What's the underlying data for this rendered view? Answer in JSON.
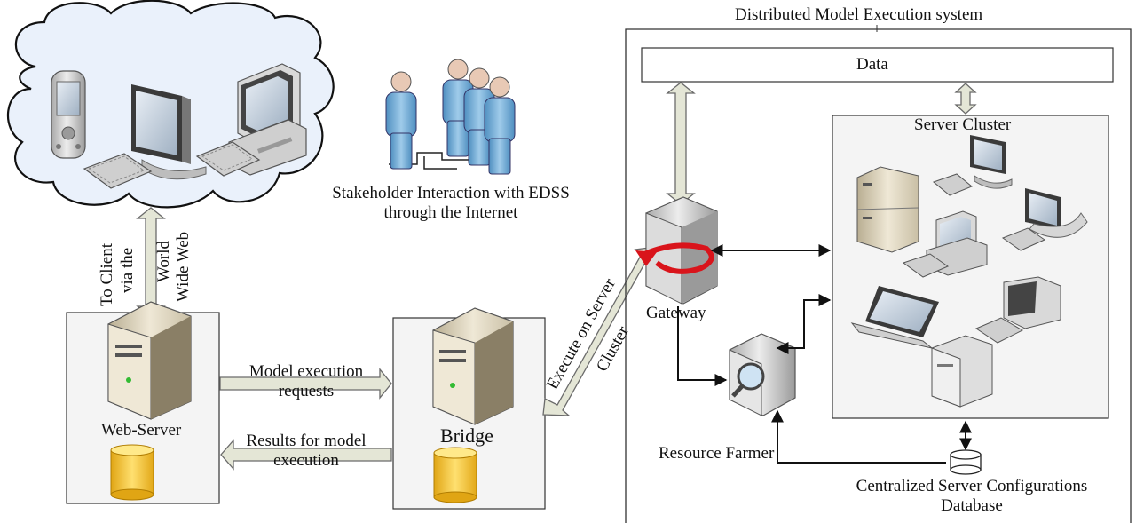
{
  "title": "Distributed Model Execution system",
  "data_label": "Data",
  "server_cluster_label": "Server Cluster",
  "stakeholder_label": {
    "line1": "Stakeholder Interaction with EDSS",
    "line2": "through the Internet"
  },
  "client_link": {
    "line1": "To Client",
    "line2": "via the",
    "line3": "World",
    "line4": "Wide Web"
  },
  "web_server_label": "Web-Server",
  "bridge_label": "Bridge",
  "gateway_label": "Gateway",
  "resource_farmer_label": "Resource Farmer",
  "requests_label": {
    "line1": "Model execution",
    "line2": "requests"
  },
  "results_label": {
    "line1": "Results for model",
    "line2": "execution"
  },
  "execute_label": {
    "line1": "Execute on Server",
    "line2": "Cluster"
  },
  "database_label": {
    "line1": "Centralized Server Configurations",
    "line2": "Database"
  },
  "colors": {
    "arrow_fill": "#e4e6d6",
    "arrow_stroke": "#6b6b6b",
    "box_fill": "#f4f4f4",
    "cloud_fill": "#eaf1fb",
    "db_fill": "#f2c230",
    "person_fill": "#7fb4d9",
    "gateway_arrow": "#d9141b"
  }
}
